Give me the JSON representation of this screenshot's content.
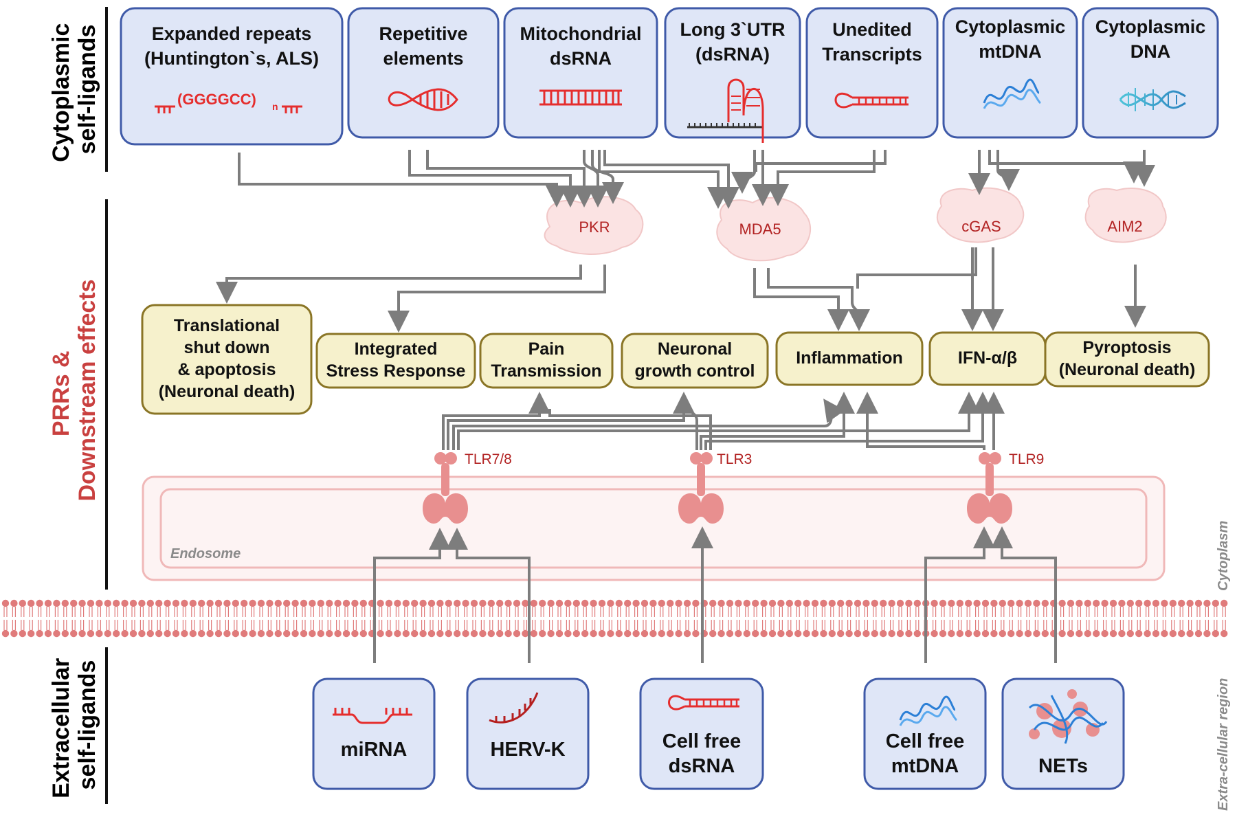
{
  "sections": {
    "cytoplasmic_ligands": "Cytoplasmic self-ligands",
    "cytoplasmic_ligands_line1": "Cytoplasmic",
    "cytoplasmic_ligands_line2": "self-ligands",
    "prrs_line1": "PRRs &",
    "prrs_line2": "Downstream effects",
    "extracellular_line1": "Extracellular",
    "extracellular_line2": "self-ligands"
  },
  "cytoplasmic_ligands": [
    {
      "line1": "Expanded repeats",
      "line2": "(Huntington`s, ALS)",
      "glyph": "repeat-sequence-icon",
      "seq": "(GGGGCC)",
      "sub": "n"
    },
    {
      "line1": "Repetitive",
      "line2": "elements",
      "glyph": "dna-loop-icon"
    },
    {
      "line1": "Mitochondrial",
      "line2": "dsRNA",
      "glyph": "dsrna-ladder-icon"
    },
    {
      "line1": "Long 3`UTR",
      "line2": "(dsRNA)",
      "glyph": "hairpin-utr-icon"
    },
    {
      "line1": "Unedited",
      "line2": "Transcripts",
      "glyph": "hairpin-icon"
    },
    {
      "line1": "Cytoplasmic",
      "line2": "mtDNA",
      "glyph": "mtdna-coil-icon"
    },
    {
      "line1": "Cytoplasmic",
      "line2": "DNA",
      "glyph": "dna-helix-icon"
    }
  ],
  "sensors": [
    "PKR",
    "MDA5",
    "cGAS",
    "AIM2"
  ],
  "effects": [
    {
      "lines": [
        "Translational",
        "shut down",
        "& apoptosis",
        "(Neuronal death)"
      ]
    },
    {
      "lines": [
        "Integrated",
        "Stress Response"
      ]
    },
    {
      "lines": [
        "Pain",
        "Transmission"
      ]
    },
    {
      "lines": [
        "Neuronal",
        "growth control"
      ]
    },
    {
      "lines": [
        "Inflammation"
      ]
    },
    {
      "lines": [
        "IFN-α/β"
      ]
    },
    {
      "lines": [
        "Pyroptosis",
        "(Neuronal death)"
      ]
    }
  ],
  "tlrs": [
    "TLR7/8",
    "TLR3",
    "TLR9"
  ],
  "compartments": {
    "endosome": "Endosome",
    "cytoplasm": "Cytoplasm",
    "extracellular": "Extra-cellular region"
  },
  "extracellular_ligands": [
    {
      "line1": "miRNA",
      "line2": "",
      "glyph": "mirna-icon"
    },
    {
      "line1": "HERV-K",
      "line2": "",
      "glyph": "herv-k-icon"
    },
    {
      "line1": "Cell free",
      "line2": "dsRNA",
      "glyph": "hairpin-icon"
    },
    {
      "line1": "Cell free",
      "line2": "mtDNA",
      "glyph": "mtdna-coil-icon"
    },
    {
      "line1": "NETs",
      "line2": "",
      "glyph": "nets-icon"
    }
  ],
  "colors": {
    "ligand_fill": "#dfe6f7",
    "ligand_stroke": "#3f5aa8",
    "effect_fill": "#f6f1cc",
    "effect_stroke": "#8a7526",
    "sensor_fill": "#fbe3e3",
    "sensor_text": "#b22222",
    "arrow": "#7d7d7d",
    "membrane": "#e07b7b",
    "prr_label": "#c9403f"
  }
}
